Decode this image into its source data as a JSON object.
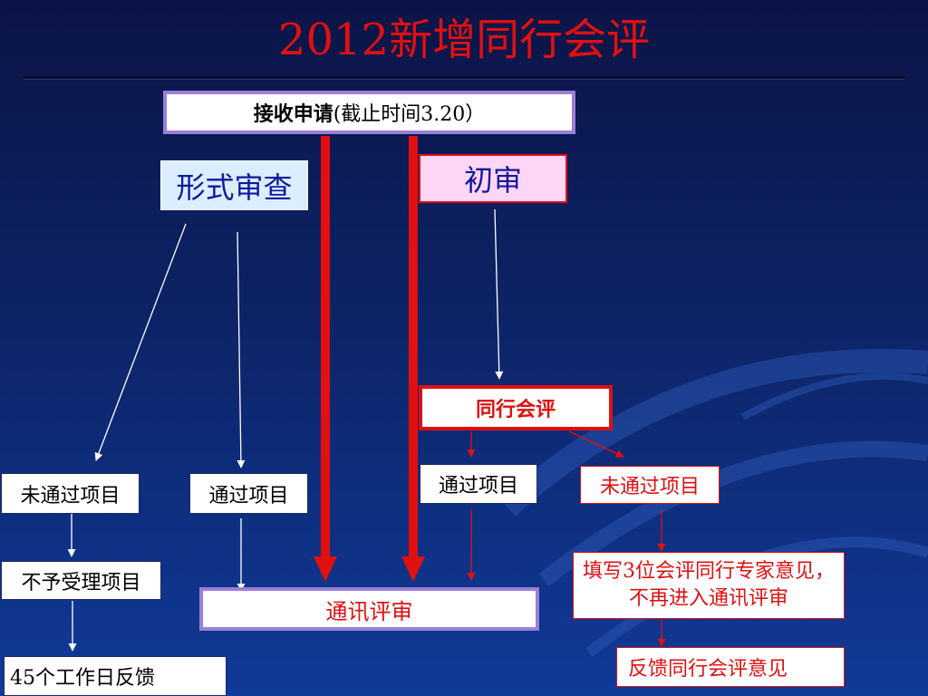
{
  "slide": {
    "title": "2012新增同行会评"
  },
  "flow": {
    "receive": {
      "bold": "接收申请",
      "rest": "(截止时间3.20）"
    },
    "formal_review": "形式审查",
    "initial_review": "初审",
    "peer_review": "同行会评",
    "fail_left": "未通过项目",
    "pass_left": "通过项目",
    "pass_right": "通过项目",
    "fail_right": "未通过项目",
    "not_accepted": "不予受理项目",
    "feedback_45": "45个工作日反馈",
    "comm_review": "通讯评审",
    "fill_expert": "填写3位会评同行专家意见，不再进入通讯评审",
    "feedback_peer": "反馈同行会评意见"
  },
  "colors": {
    "title": "#e01010",
    "arrow_red": "#e01010",
    "arrow_white": "#ffffff",
    "box_border_purple": "#9b7fd6",
    "formal_bg": "#dbeeff",
    "initial_bg": "#ffd6f5"
  }
}
